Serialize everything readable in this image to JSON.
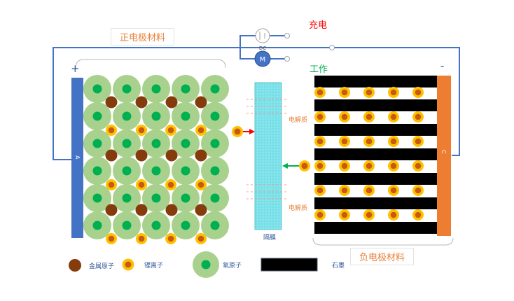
{
  "labels": {
    "positive_material": "正电极材料",
    "negative_material": "负电极材料",
    "charge": "充电",
    "work": "工作",
    "plus": "+",
    "minus": "-",
    "dc": "DC",
    "motor": "M",
    "electrolyte_top": "电解质",
    "electrolyte_bottom": "电解质",
    "separator": "隔膜",
    "cathode_letter": "A",
    "anode_letter": "C"
  },
  "legend": {
    "metal_atom": "金属原子",
    "lithium_ion": "锂离子",
    "oxygen_atom": "氧原子",
    "graphite": "石墨"
  },
  "colors": {
    "wire": "#4472c4",
    "cathode_plate": "#4472c4",
    "anode_plate": "#ed7d31",
    "oxygen_outer": "#a9d18e",
    "oxygen_inner": "#00b050",
    "metal_atom": "#843c0c",
    "lithium_outer": "#ffc000",
    "lithium_inner": "#c55a11",
    "separator": "#71dde6",
    "graphite": "#000000",
    "charge_text": "#ff0000",
    "work_text": "#00b050",
    "arrow_red": "#ff0000",
    "arrow_green": "#00b050"
  }
}
